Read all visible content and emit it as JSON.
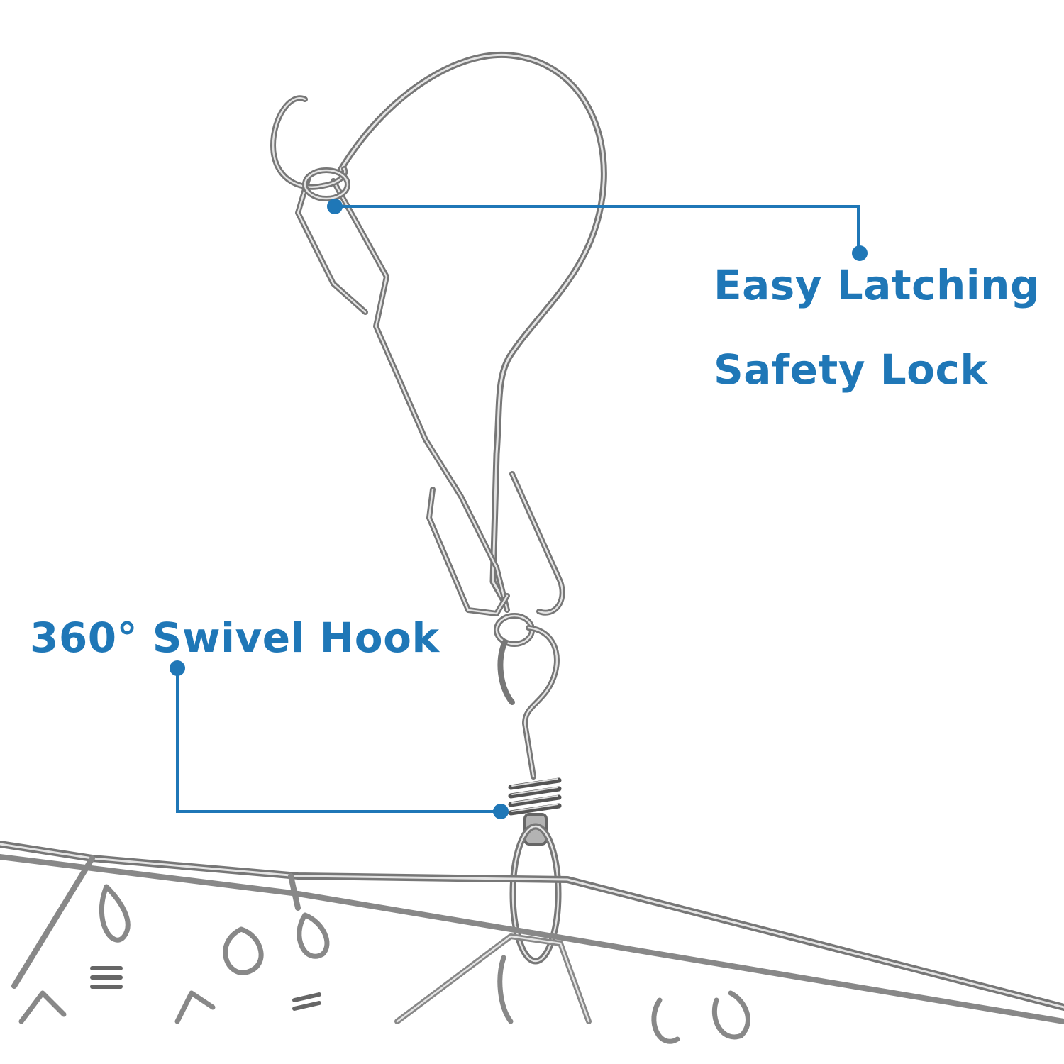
{
  "colors": {
    "callout_blue": "#1f77b7",
    "steel": "#9a9a9a",
    "steel_dark": "#6f6f6f",
    "steel_light": "#d6d6d6",
    "background": "#ffffff"
  },
  "callouts": {
    "latching": {
      "line1": "Easy Latching",
      "line2": "Safety Lock"
    },
    "swivel": {
      "text": "360° Swivel Hook"
    }
  }
}
